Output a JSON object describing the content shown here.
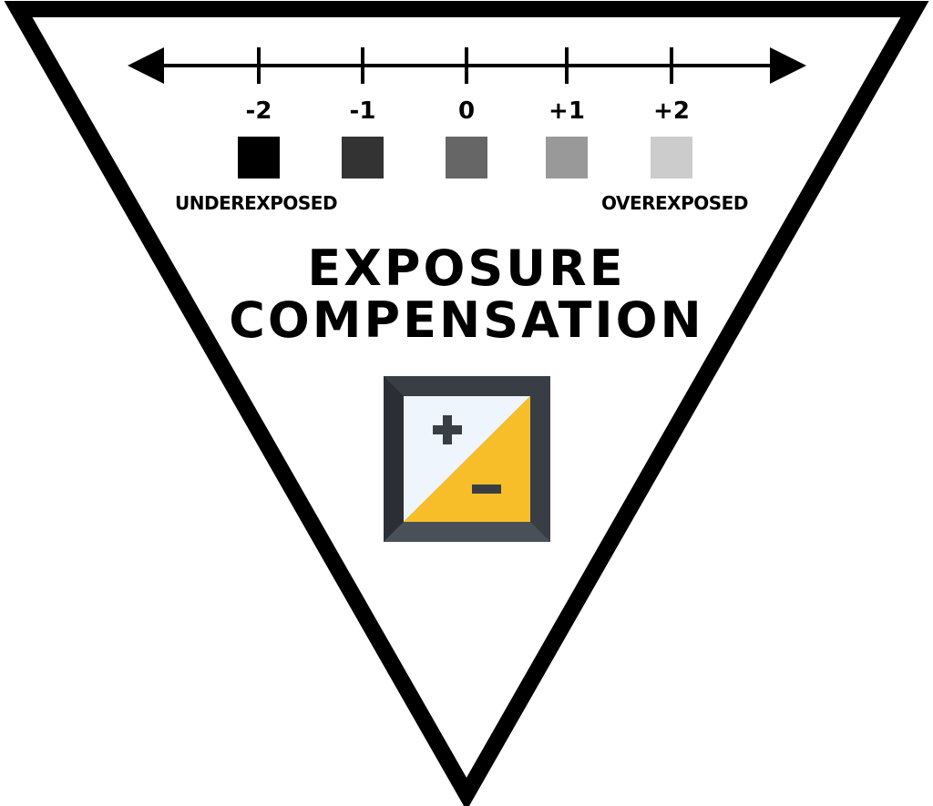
{
  "scale": {
    "stops": [
      {
        "label": "-2",
        "swatch_color": "#000000"
      },
      {
        "label": "-1",
        "swatch_color": "#333333"
      },
      {
        "label": "0",
        "swatch_color": "#666666"
      },
      {
        "label": "+1",
        "swatch_color": "#999999"
      },
      {
        "label": "+2",
        "swatch_color": "#cccccc"
      }
    ],
    "left_label": "UNDEREXPOSED",
    "right_label": "OVEREXPOSED"
  },
  "title": {
    "line1": "EXPOSURE",
    "line2": "COMPENSATION"
  },
  "icon": {
    "name": "exposure-compensation-icon",
    "colors": {
      "frame": "#393e45",
      "bright": "#eef5fd",
      "dark": "#f8be2a",
      "glyph": "#393e45"
    }
  },
  "colors": {
    "outline": "#000000",
    "background": "#ffffff"
  }
}
